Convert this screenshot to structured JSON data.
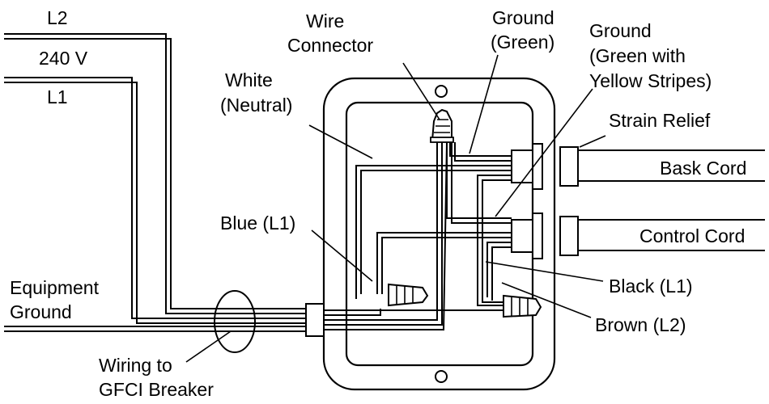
{
  "labels": {
    "l2": "L2",
    "v240": "240 V",
    "l1": "L1",
    "wire_connector": [
      "Wire",
      "Connector"
    ],
    "ground_green": [
      "Ground",
      "(Green)"
    ],
    "ground_green_yellow": [
      "Ground",
      "(Green with",
      "Yellow Stripes)"
    ],
    "white_neutral": [
      "White",
      "(Neutral)"
    ],
    "strain_relief": "Strain Relief",
    "bask_cord": "Bask Cord",
    "control_cord": "Control Cord",
    "blue_l1": "Blue (L1)",
    "equipment_ground": [
      "Equipment",
      "Ground"
    ],
    "black_l1": "Black (L1)",
    "brown_l2": "Brown (L2)",
    "wiring_gfci": [
      "Wiring to",
      "GFCI Breaker"
    ]
  }
}
